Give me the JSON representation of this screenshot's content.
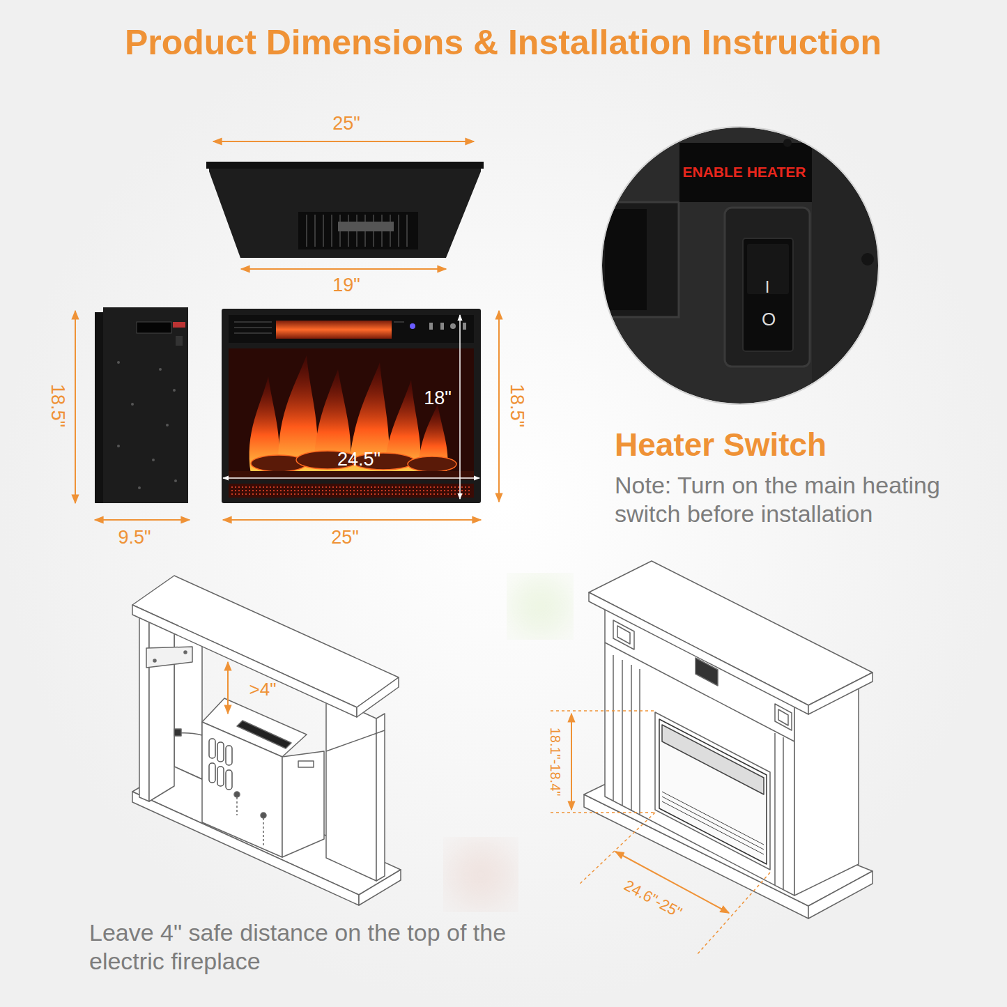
{
  "diagram": {
    "title": "Product Dimensions & Installation Instruction",
    "labels": [
      "25\"",
      "19\"",
      "18\"",
      "24.5\"",
      "18.5\"",
      "18.5\"",
      "9.5\"",
      "25\"",
      "ENABLE HEATER",
      "I",
      "O",
      "Heater Switch",
      "Note: Turn on the main heating switch before installation",
      ">4\"",
      "18.1\"-18.4\"",
      "24.6\"-25\"",
      "Leave 4\" safe distance on the top of the electric fireplace"
    ]
  }
}
